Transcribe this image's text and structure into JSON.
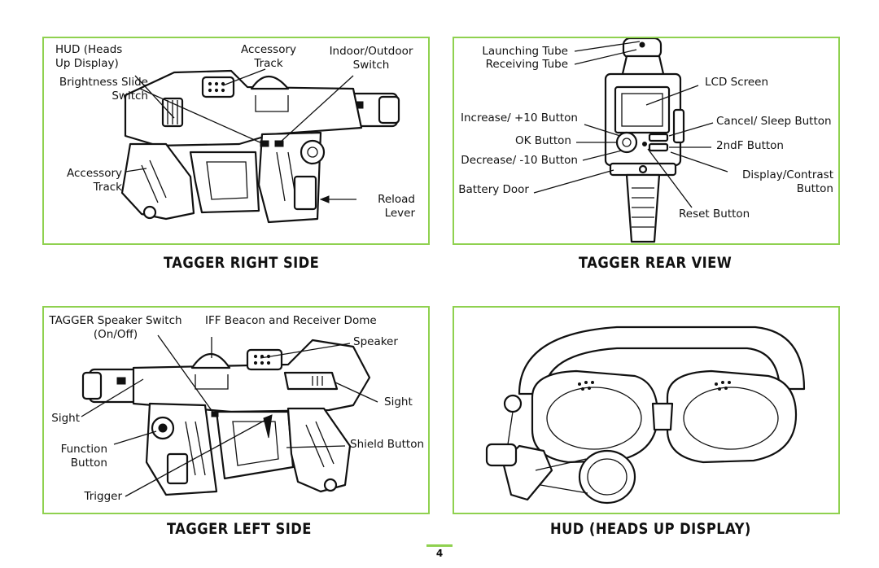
{
  "panels": {
    "right_side": {
      "title": "TAGGER RIGHT SIDE",
      "labels": {
        "hud_line1": "HUD (Heads",
        "hud_line2": "Up Display)",
        "brightness_line1": "Brightness Slide",
        "brightness_line2": "Switch",
        "accessory_top_line1": "Accessory",
        "accessory_top_line2": "Track",
        "indoor_line1": "Indoor/Outdoor",
        "indoor_line2": "Switch",
        "accessory_left_line1": "Accessory",
        "accessory_left_line2": "Track",
        "reload_line1": "Reload",
        "reload_line2": "Lever"
      }
    },
    "rear_view": {
      "title": "TAGGER REAR VIEW",
      "labels": {
        "launching_tube": "Launching Tube",
        "receiving_tube": "Receiving Tube",
        "lcd_screen": "LCD Screen",
        "increase_button": "Increase/ +10 Button",
        "ok_button": "OK Button",
        "decrease_button": "Decrease/ -10 Button",
        "battery_door": "Battery Door",
        "cancel_button": "Cancel/ Sleep Button",
        "second_f_button": "2ndF Button",
        "display_line1": "Display/Contrast",
        "display_line2": "Button",
        "reset_button": "Reset Button"
      }
    },
    "left_side": {
      "title": "TAGGER LEFT SIDE",
      "labels": {
        "speaker_switch_line1": "TAGGER Speaker Switch",
        "speaker_switch_line2": "(On/Off)",
        "iff_beacon": "IFF Beacon and Receiver Dome",
        "speaker": "Speaker",
        "sight_right": "Sight",
        "sight_left": "Sight",
        "function_line1": "Function",
        "function_line2": "Button",
        "shield_button": "Shield Button",
        "trigger": "Trigger"
      }
    },
    "hud": {
      "title": "HUD (HEADS UP DISPLAY)"
    }
  },
  "page_number": "4",
  "colors": {
    "border_green": "#8fd14f",
    "ink": "#111111"
  }
}
